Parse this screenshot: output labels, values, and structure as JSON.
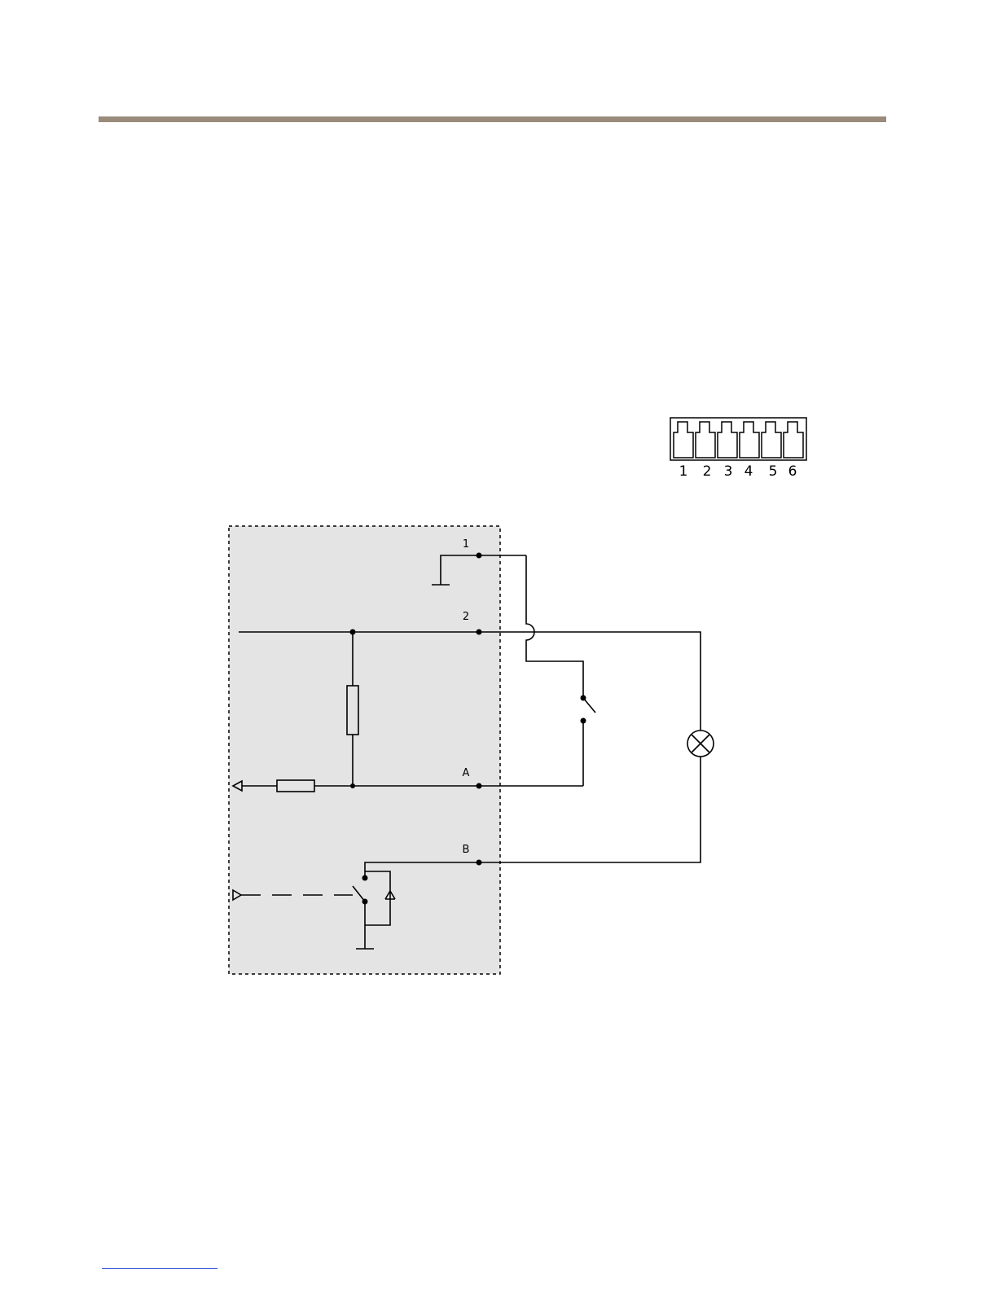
{
  "connector": {
    "pin_labels": [
      "1",
      "2",
      "3",
      "4",
      "5",
      "6"
    ]
  },
  "schematic": {
    "terminal_labels": {
      "t1": "1",
      "t2": "2",
      "tA": "A",
      "tB": "B"
    }
  },
  "colors": {
    "header_rule": "#9b8b7c",
    "device_area": "#e4e4e4",
    "footer_link": "#3b5bd6",
    "lines": "#000000"
  }
}
